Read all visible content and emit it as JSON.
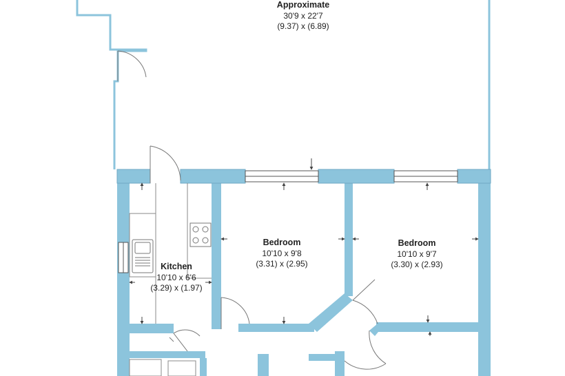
{
  "colors": {
    "wall": "#8cc4dc",
    "wall_dark": "#78b6d2",
    "line": "#555555",
    "fixture": "#777777",
    "background": "#ffffff"
  },
  "rooms": [
    {
      "id": "upper-area",
      "name": "Approximate",
      "dims_imperial": "30'9 x 22'7",
      "dims_metric": "(9.37) x (6.89)"
    },
    {
      "id": "kitchen",
      "name": "Kitchen",
      "dims_imperial": "10'10 x 6'6",
      "dims_metric": "(3.29) x (1.97)"
    },
    {
      "id": "bedroom-1",
      "name": "Bedroom",
      "dims_imperial": "10'10 x 9'8",
      "dims_metric": "(3.31) x (2.95)"
    },
    {
      "id": "bedroom-2",
      "name": "Bedroom",
      "dims_imperial": "10'10 x 9'7",
      "dims_metric": "(3.30) x (2.93)"
    }
  ],
  "fixtures": [
    "hob-icon",
    "sink-icon",
    "window-icon",
    "door-swing-icon",
    "dimension-arrow-icon"
  ]
}
